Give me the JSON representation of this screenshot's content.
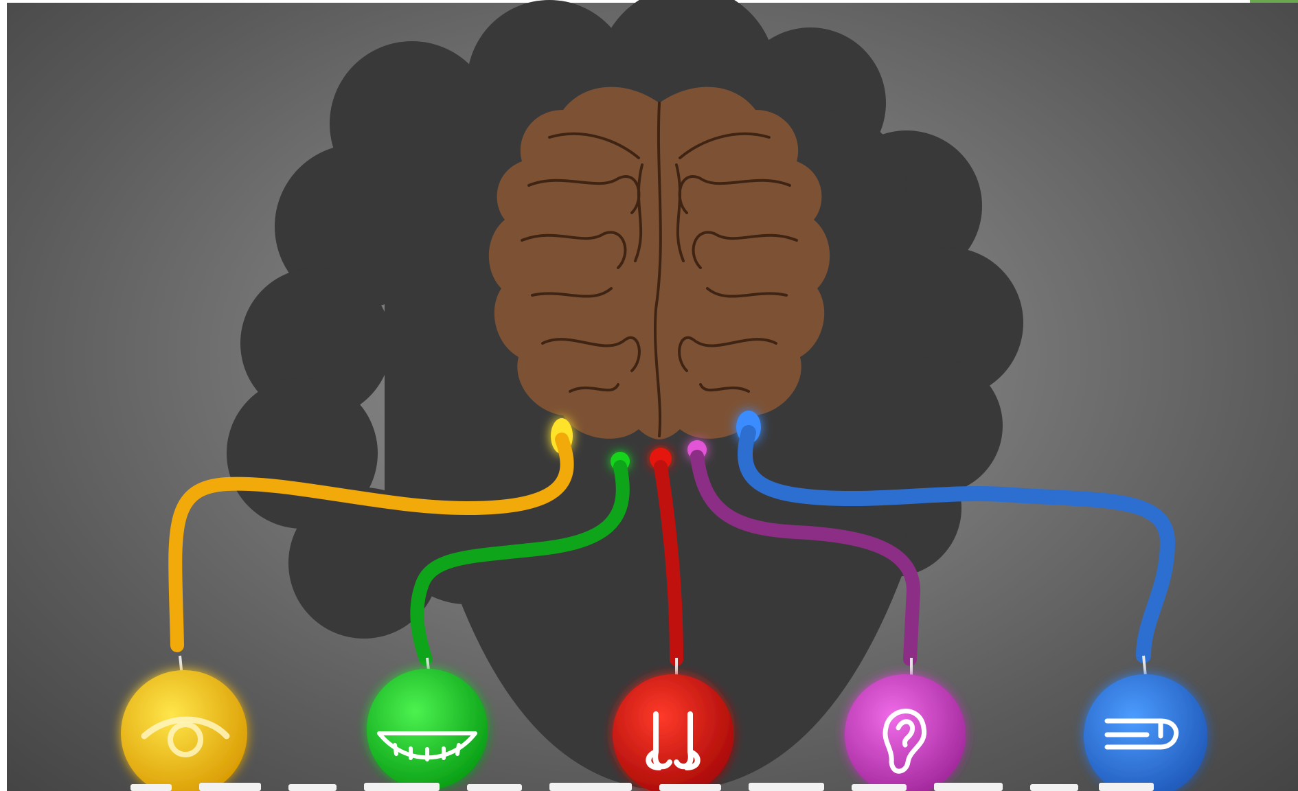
{
  "scene": {
    "colors": {
      "background_center": "#8f8f8f",
      "background_edge": "#444444",
      "silhouette": "#3a3a3b",
      "brain": "#7d5234",
      "brain_lines": "#3f2414",
      "sight": "#f2b705",
      "taste": "#0fc21a",
      "smell": "#d1100c",
      "hearing": "#c93fc0",
      "touch": "#2f78d8"
    },
    "senses": [
      {
        "name": "sight",
        "icon": "eye-icon"
      },
      {
        "name": "taste",
        "icon": "mouth-icon"
      },
      {
        "name": "smell",
        "icon": "nose-icon"
      },
      {
        "name": "hearing",
        "icon": "ear-icon"
      },
      {
        "name": "touch",
        "icon": "hand-icon"
      }
    ]
  }
}
